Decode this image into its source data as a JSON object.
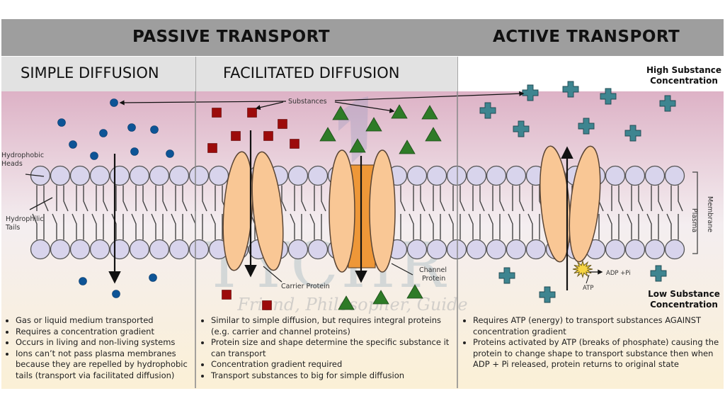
{
  "headers": {
    "passive": "PASSIVE TRANSPORT",
    "active": "ACTIVE TRANSPORT",
    "simple": "SIMPLE DIFFUSION",
    "facilitated": "FACILITATED DIFFUSION"
  },
  "labels": {
    "substances": "Substances",
    "hydrophobic_heads_1": "Hydrophobic",
    "hydrophobic_heads_2": "Heads",
    "hydrophilic_tails_1": "Hydrophilic",
    "hydrophilic_tails_2": "Tails",
    "carrier_protein": "Carrier Protein",
    "channel_protein_1": "Channel",
    "channel_protein_2": "Protein",
    "plasma_membrane_1": "Plasma",
    "plasma_membrane_2": "Membrane",
    "high_conc_1": "High Substance",
    "high_conc_2": "Concentration",
    "low_conc_1": "Low Substance",
    "low_conc_2": "Concentration",
    "adp_pi": "ADP +Pi",
    "atp": "ATP"
  },
  "watermark": {
    "brand": "TYCHR",
    "tagline": "Friend, Philosopher, Guide"
  },
  "notes": {
    "simple": [
      "Gas or liquid medium transported",
      "Requires a concentration gradient",
      "Occurs in living and non-living systems",
      "Ions can’t not pass plasma membranes because they are repelled by hydrophobic tails (transport via facilitated diffusion)"
    ],
    "facilitated": [
      "Similar to simple diffusion, but requires integral proteins (e.g. carrier and channel proteins)",
      "Protein size and shape determine the specific substance it can transport",
      "Concentration gradient required",
      "Transport substances to big for simple diffusion"
    ],
    "active": [
      "Requires ATP (energy) to transport substances AGAINST concentration gradient",
      "Proteins activated by ATP (breaks of phosphate) causing the protein to change shape to transport substance then when ADP + Pi released, protein returns to original state"
    ]
  },
  "colors": {
    "header_dark": "#9e9e9e",
    "header_light": "#e2e2e2",
    "bg_top": "#ddb2c6",
    "bg_mid": "#f4eef0",
    "bg_bottom": "#fbf0d6",
    "phospholipid_head": "#d8d4ec",
    "protein": "#f9c795",
    "channel_core": "#ee9738",
    "dot_blue": "#0d5496",
    "square_red": "#9c0b0b",
    "triangle_green": "#2e7b27",
    "cross_teal": "#3e8590",
    "atp_star": "#f6d443"
  }
}
